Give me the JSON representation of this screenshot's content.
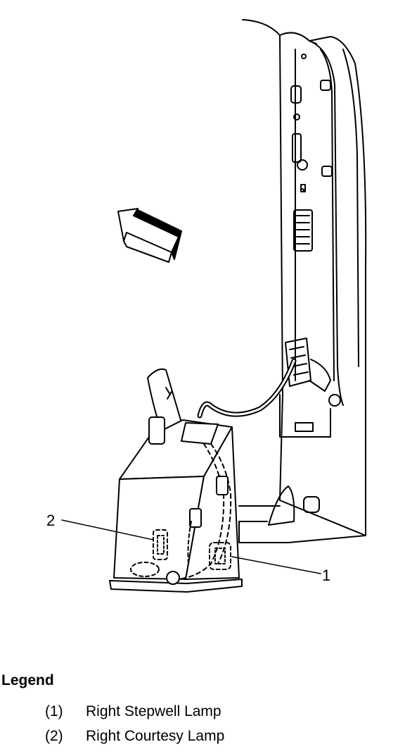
{
  "callouts": [
    {
      "number": "1"
    },
    {
      "number": "2"
    }
  ],
  "legend": {
    "title": "Legend",
    "items": [
      {
        "number": "(1)",
        "label": "Right Stepwell Lamp"
      },
      {
        "number": "(2)",
        "label": "Right Courtesy Lamp"
      }
    ]
  }
}
